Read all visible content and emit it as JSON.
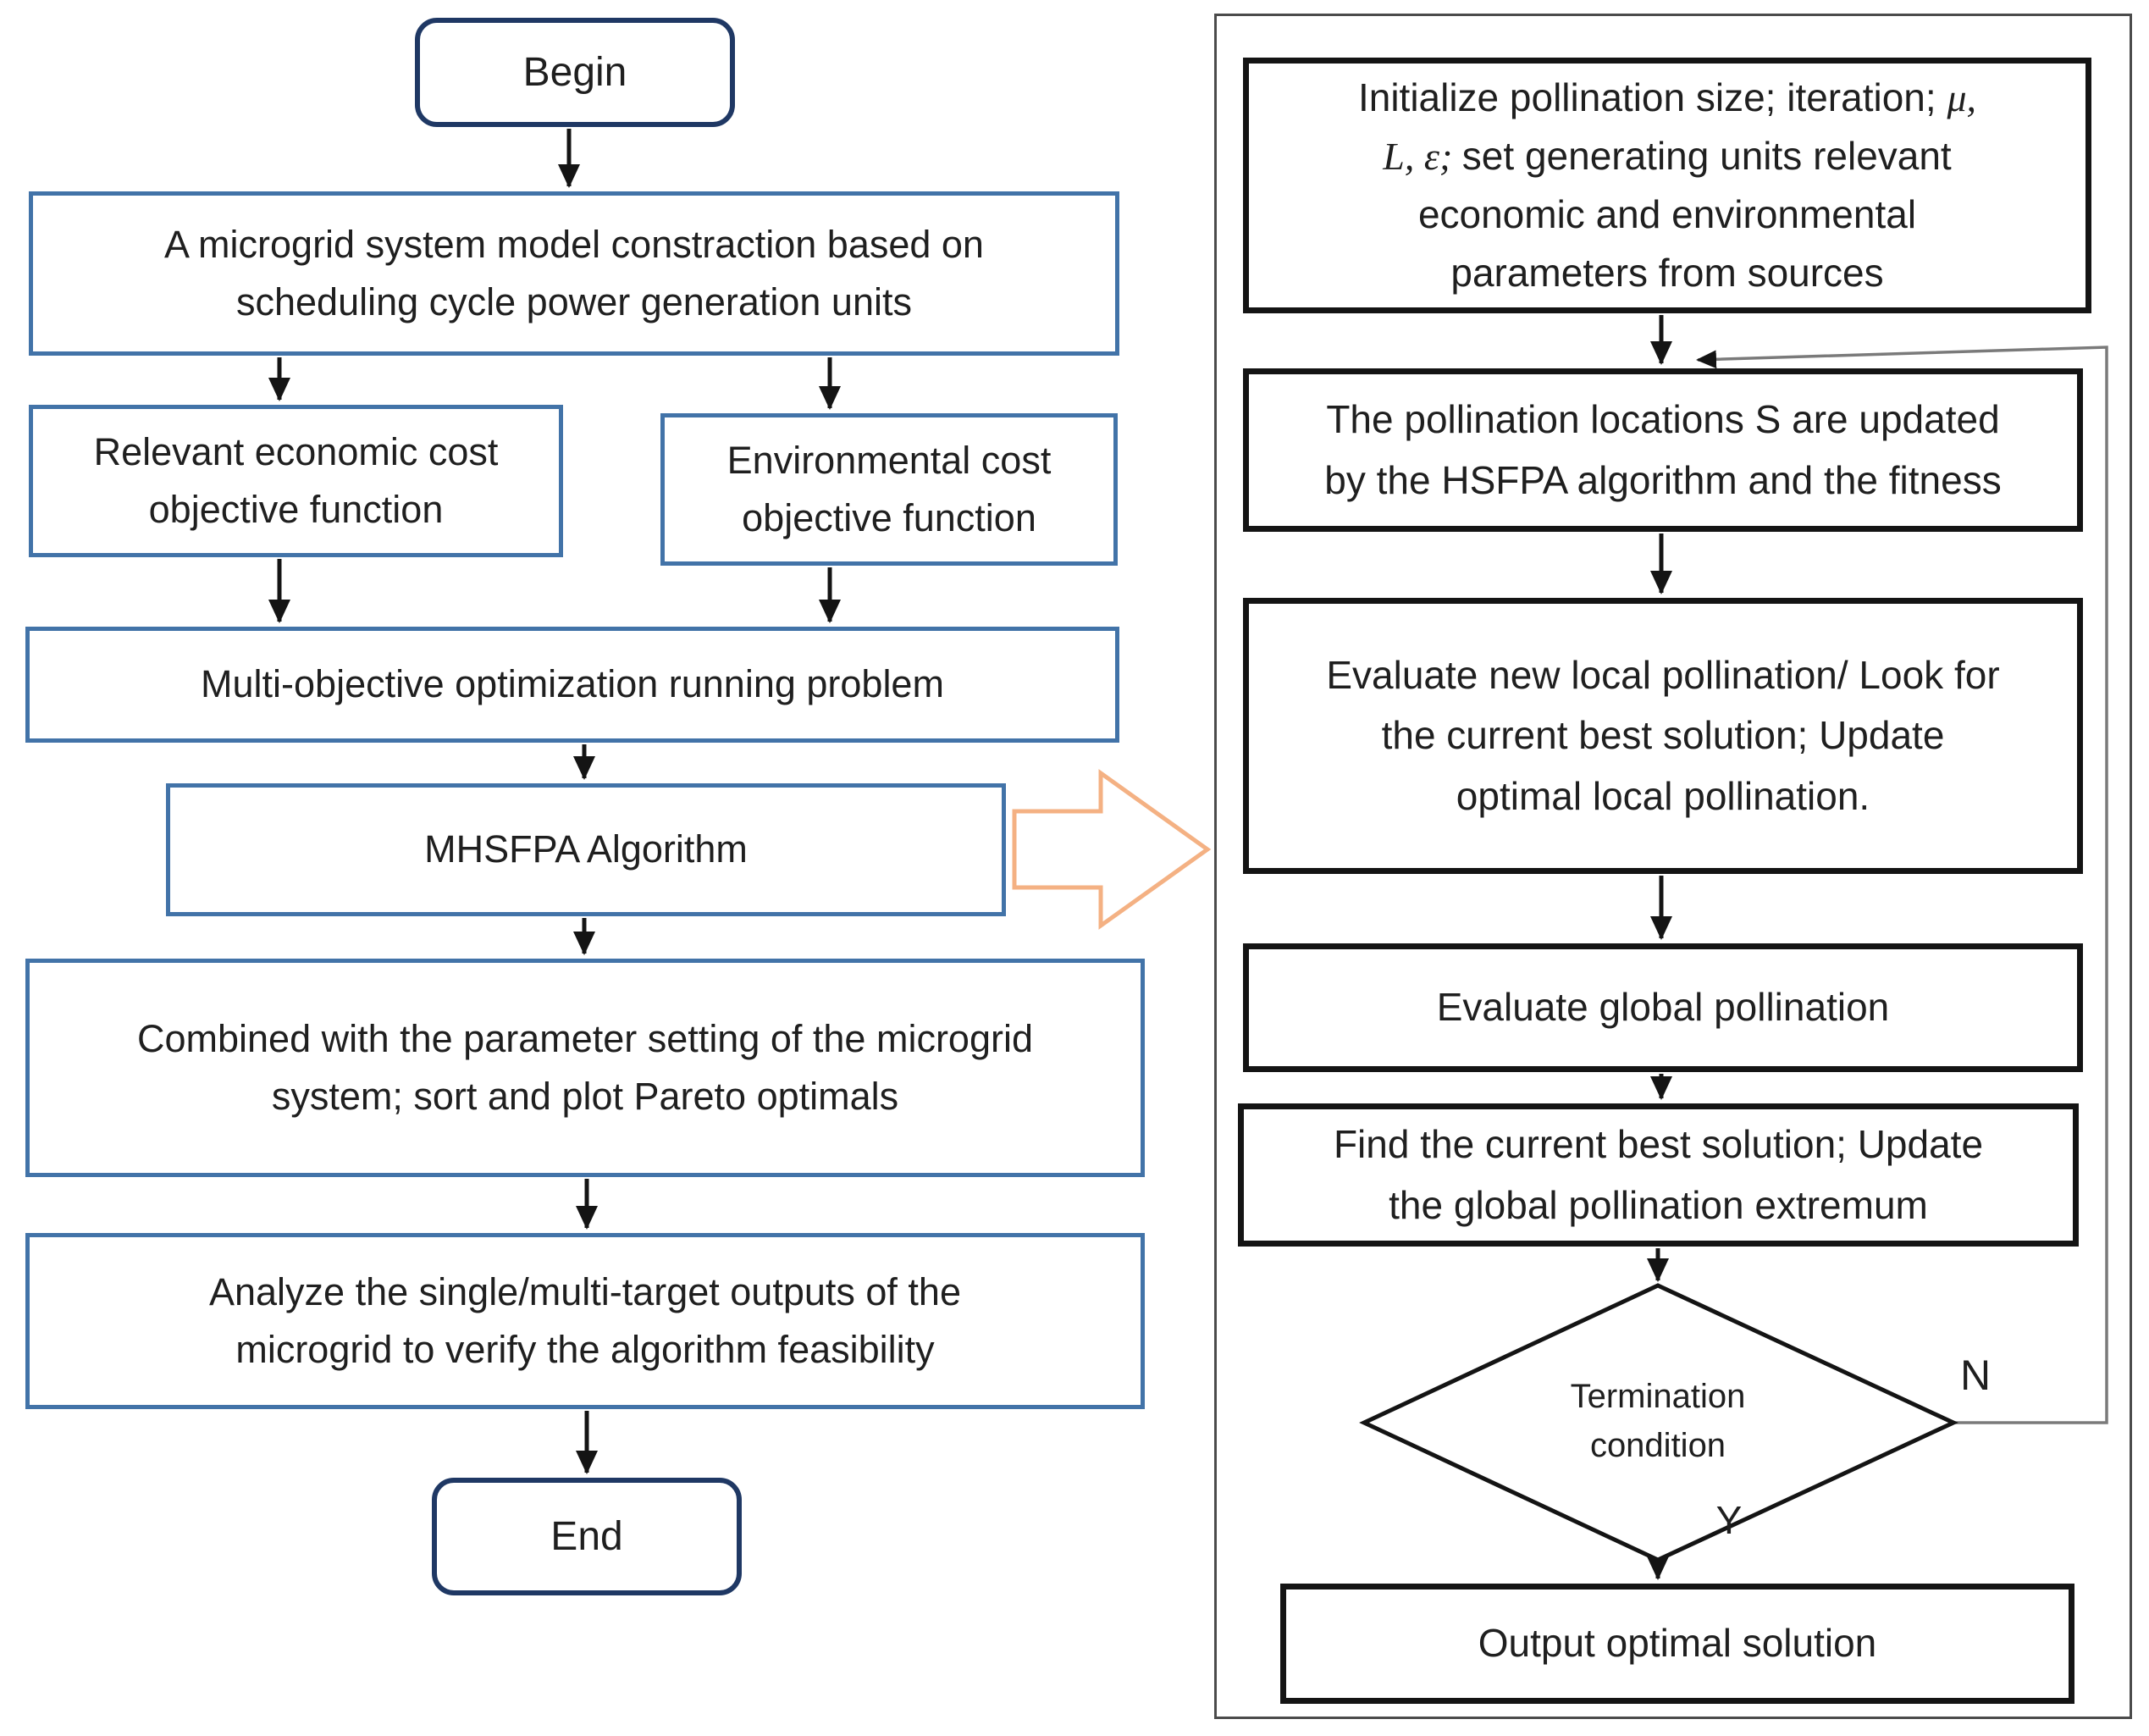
{
  "colors": {
    "left_box_border": "#4273a8",
    "terminal_border": "#1f3864",
    "right_box_border": "#141414",
    "panel_border": "#4b4b4b",
    "arrow_black": "#141414",
    "loop_line_gray": "#7a7a7a",
    "expand_arrow_orange": "#F4B183",
    "text": "#1f1f1f",
    "background": "#ffffff"
  },
  "left_flow": {
    "begin_label": "Begin",
    "model_box": [
      "A microgrid system model constraction based on",
      "scheduling cycle power generation units"
    ],
    "economic_box": [
      "Relevant economic cost",
      "objective function"
    ],
    "environmental_box": [
      "Environmental cost",
      "objective function"
    ],
    "multi_objective_box": [
      "Multi-objective optimization running problem"
    ],
    "algorithm_box": [
      "MHSFPA Algorithm"
    ],
    "combined_box": [
      "Combined with the parameter setting of the microgrid",
      "system; sort and plot Pareto optimals"
    ],
    "analyze_box": [
      "Analyze the single/multi-target outputs of the",
      "microgrid to verify the algorithm feasibility"
    ],
    "end_label": "End"
  },
  "right_flow": {
    "initialize_box": {
      "l1a": "Initialize pollination size; iteration; ",
      "l1b": "μ,",
      "l2a": "L, ε; ",
      "l2b": "set generating units relevant",
      "l3": "economic and environmental",
      "l4": "parameters from sources"
    },
    "update_box": [
      "The pollination locations S are updated",
      "by the HSFPA algorithm and the fitness"
    ],
    "evaluate_local_box": [
      "Evaluate new local pollination/ Look for",
      "the current best solution; Update",
      "optimal local pollination."
    ],
    "evaluate_global_box": [
      "Evaluate global pollination"
    ],
    "find_best_box": [
      "Find the current best solution; Update",
      "the global pollination extremum"
    ],
    "termination_diamond": [
      "Termination",
      "condition"
    ],
    "output_box": [
      "Output optimal solution"
    ],
    "no_label": "N",
    "yes_label": "Y"
  }
}
